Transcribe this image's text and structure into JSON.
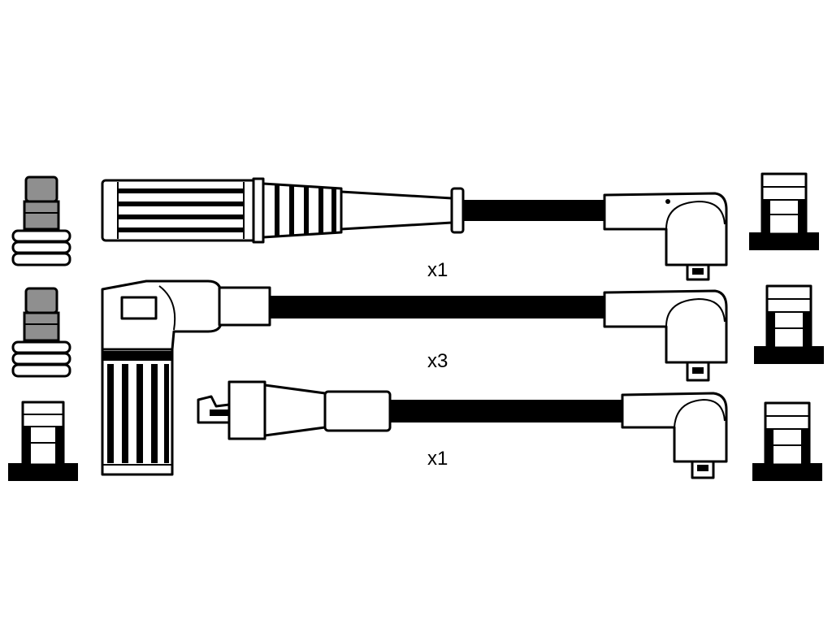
{
  "quantities": {
    "cable_1": "x1",
    "cable_2": "x3",
    "cable_3": "x1"
  }
}
